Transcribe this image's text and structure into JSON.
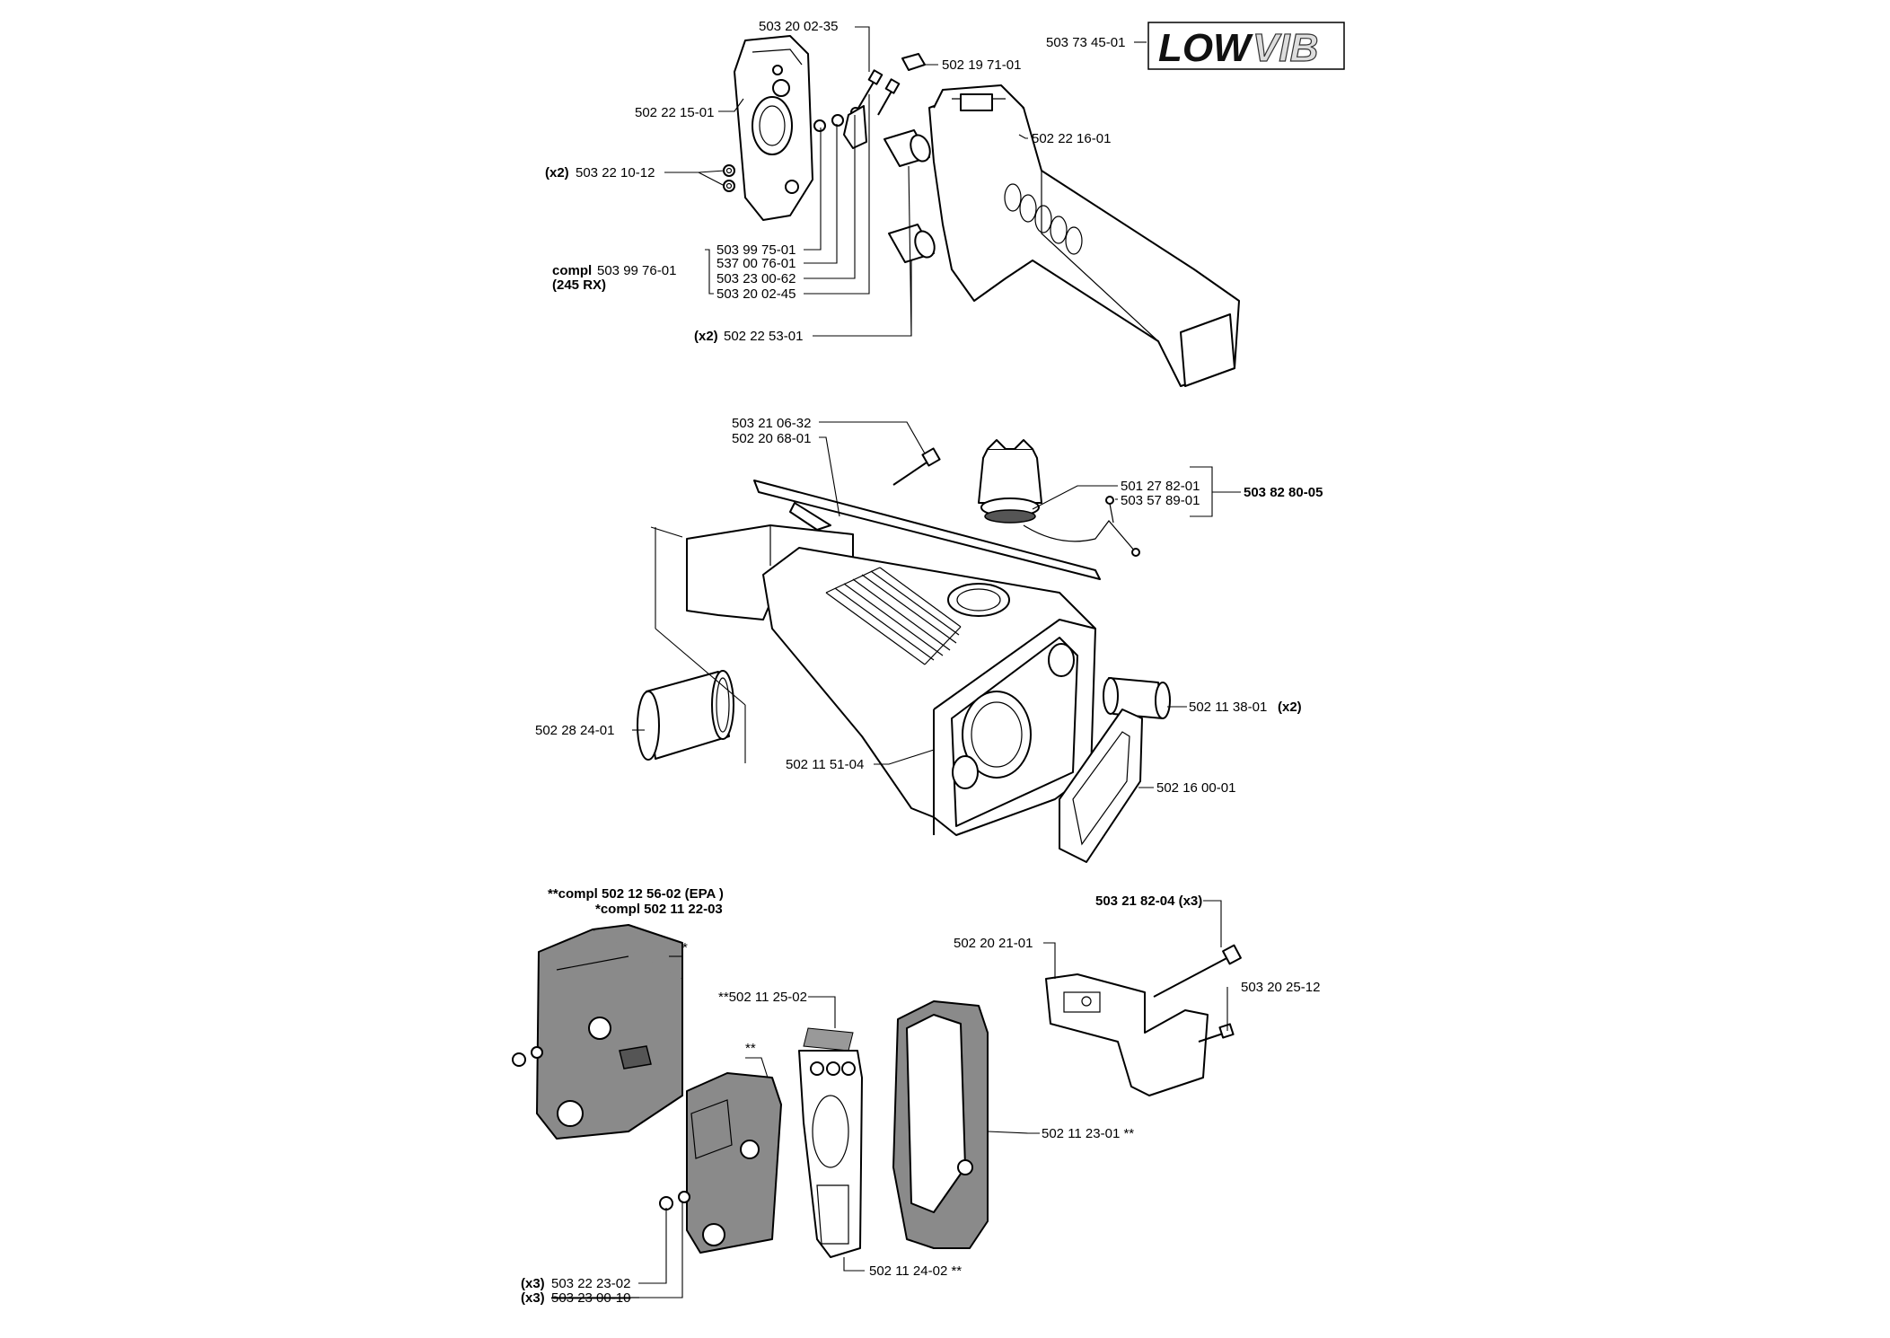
{
  "logo": {
    "part_number": "503 73 45-01",
    "text": "LOWVIB"
  },
  "section_top": {
    "labels": {
      "p_503_20_02_35": "503 20 02-35",
      "p_502_19_71_01": "502 19 71-01",
      "p_502_22_15_01": "502 22 15-01",
      "p_502_22_16_01": "502 22 16-01",
      "qty_x2_a": "(x2)",
      "p_503_22_10_12": "503 22 10-12",
      "p_503_99_75_01": "503 99 75-01",
      "p_537_00_76_01": "537 00 76-01",
      "p_503_23_00_62": "503 23 00-62",
      "p_503_20_02_45": "503 20 02-45",
      "compl_prefix": "compl",
      "p_503_99_76_01": "503 99 76-01",
      "model_245rx": "(245 RX)",
      "qty_x2_b": "(x2)",
      "p_502_22_53_01": "502 22 53-01"
    }
  },
  "section_middle": {
    "labels": {
      "p_503_21_06_32": "503 21 06-32",
      "p_502_20_68_01": "502 20 68-01",
      "p_501_27_82_01": "501 27 82-01",
      "p_503_57_89_01": "503 57 89-01",
      "p_503_82_80_05": "503 82 80-05",
      "p_502_11_38_01": "502 11 38-01",
      "qty_x2": "(x2)",
      "p_502_28_24_01": "502 28 24-01",
      "p_502_11_51_04": "502 11 51-04",
      "p_502_16_00_01": "502 16 00-01"
    }
  },
  "section_bottom": {
    "labels": {
      "compl_epa": "**compl 502 12 56-02 (EPA )",
      "compl_std": "*compl 502 11 22-03",
      "star_single": "*",
      "star_double": "**",
      "p_502_11_25_02": "**502 11 25-02",
      "p_503_21_82_04": "503 21 82-04 (x3)",
      "p_502_20_21_01": "502 20 21-01",
      "p_503_20_25_12": "503 20 25-12",
      "p_502_11_23_01": "502 11 23-01 **",
      "p_502_11_24_02": "502 11 24-02 **",
      "qty_x3_a": "(x3)",
      "p_503_22_23_02": "503 22 23-02",
      "qty_x3_b": "(x3)",
      "p_503_23_00_10": "503 23 00-10"
    }
  }
}
